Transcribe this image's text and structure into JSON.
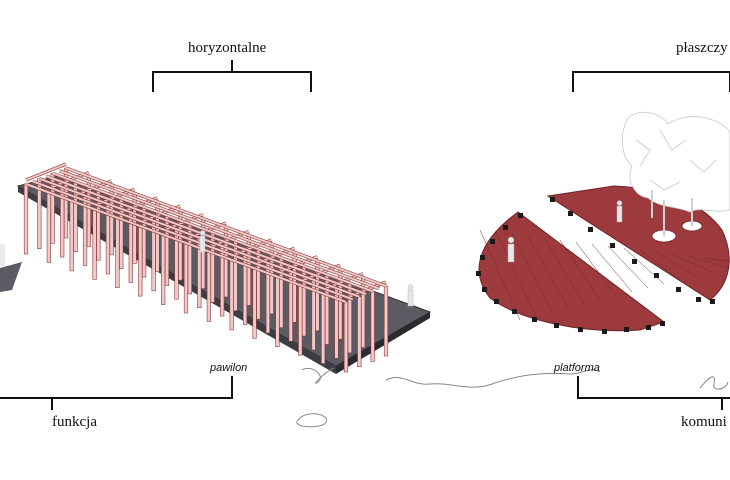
{
  "labels": {
    "top_left": "horyzontalne",
    "top_right": "płaszczy",
    "bottom_left": "funkcja",
    "bottom_right": "komuni",
    "caption_left": "pawilon",
    "caption_right": "platforma"
  },
  "colors": {
    "deck": "#5b5b63",
    "beam": "#f2c9c9",
    "beam_stroke": "#8a3b3b",
    "platform": "#9c3a3e",
    "platform_stroke": "#6e2428",
    "line": "#111111"
  }
}
